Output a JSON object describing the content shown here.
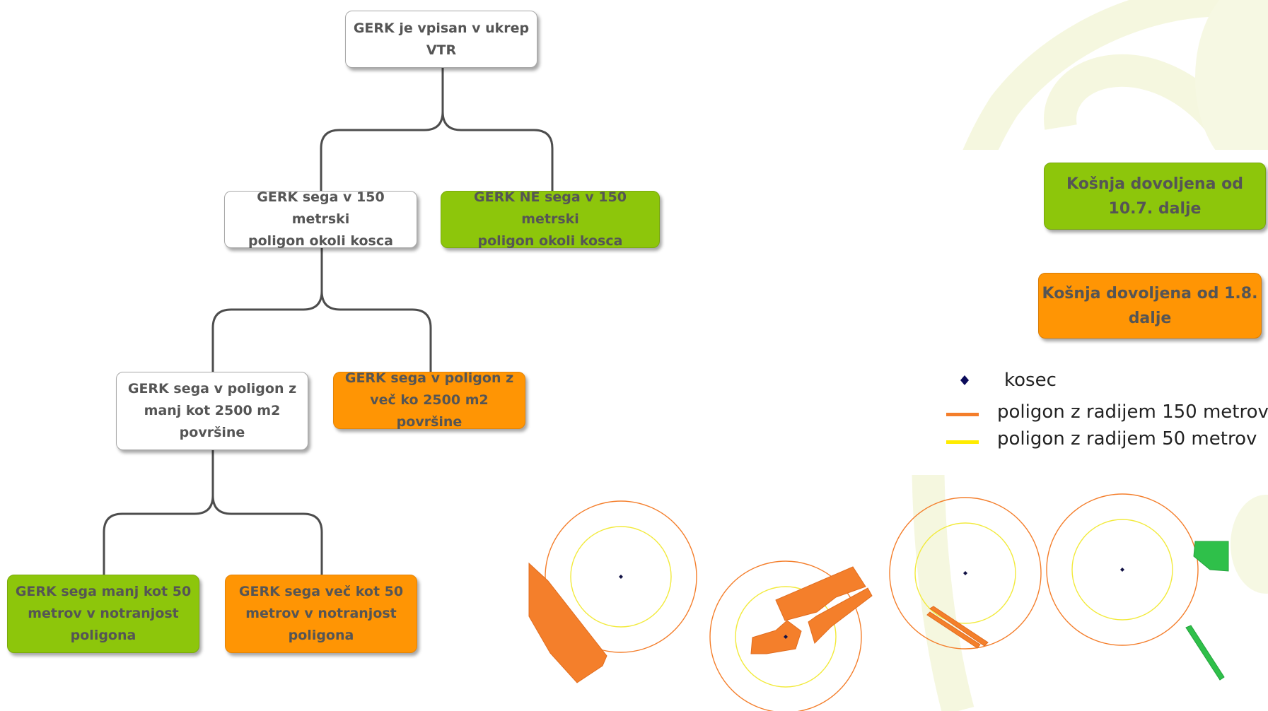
{
  "flowchart": {
    "root": "GERK je vpisan v ukrep\nVTR",
    "level1_left": "GERK sega v 150 metrski\npoligon okoli kosca",
    "level1_right": "GERK NE sega v 150 metrski\npoligon okoli kosca",
    "level2_left": "GERK sega v poligon z\nmanj kot 2500 m2\npovršine",
    "level2_right": "GERK sega v poligon z\nveč ko 2500 m2 površine",
    "level3_left": "GERK sega manj kot 50\nmetrov v notranjost\npoligona",
    "level3_right": "GERK sega več kot 50\nmetrov v notranjost\npoligona"
  },
  "legend": {
    "green_box": "Košnja dovoljena od\n10.7. dalje",
    "orange_box": "Košnja dovoljena od 1.8.\ndalje",
    "items": [
      {
        "label": "kosec",
        "symbol": "diamond",
        "color": "#0a0a5a"
      },
      {
        "label": "poligon z radijem 150 metrov",
        "symbol": "line",
        "color": "#f47e2b"
      },
      {
        "label": "poligon z radijem 50 metrov",
        "symbol": "line",
        "color": "#ffec00"
      }
    ]
  },
  "colors": {
    "green": "#8dc60b",
    "orange": "#ff9504",
    "connector": "#4d4d4d",
    "circle150": "#f47e2b",
    "circle50": "#f2ea3b",
    "parcel_orange": "#f47f2b",
    "parcel_green": "#2fc04a",
    "watermark": "#f6f8e3"
  }
}
